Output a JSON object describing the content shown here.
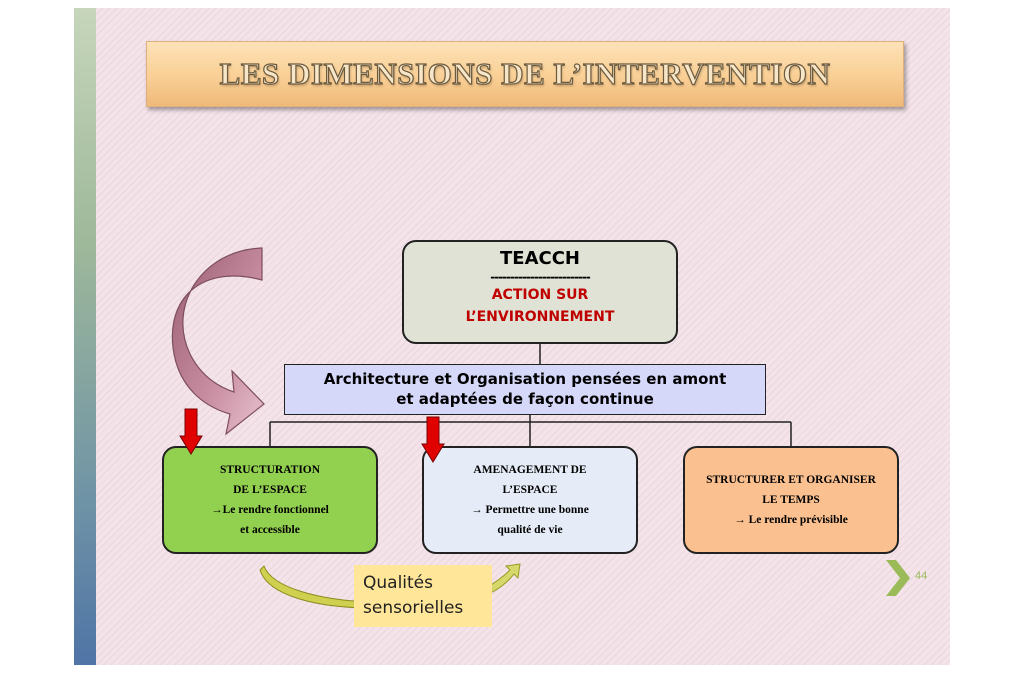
{
  "title": "LES DIMENSIONS DE L’INTERVENTION",
  "teacch_box": {
    "title": "TEACCH",
    "separator": "-------------------------",
    "subtitle_line1": "ACTION SUR",
    "subtitle_line2": "L’ENVIRONNEMENT"
  },
  "architecture_box": {
    "line1": "Architecture et Organisation pensées en amont",
    "line2": "et adaptées de façon continue"
  },
  "boxes": [
    {
      "line1": "STRUCTURATION",
      "line2": "DE L’ESPACE",
      "line3": "→Le rendre fonctionnel",
      "line4": "et accessible",
      "color": "#92d050"
    },
    {
      "line1": "AMENAGEMENT DE",
      "line2": "L’ESPACE",
      "line3": "→ Permettre une bonne",
      "line4": "qualité de vie",
      "color": "#e6ecf7"
    },
    {
      "line1": "STRUCTURER ET ORGANISER",
      "line2": "LE TEMPS",
      "line3": "→ Le rendre prévisible",
      "color": "#fac090"
    }
  ],
  "qualites": {
    "line1": "Qualités",
    "line2": "sensorielles"
  },
  "page_number": "44",
  "colors": {
    "background": "#f4e4ea",
    "title_banner": "#f9cf95",
    "teacch_box": "#dfe2d4",
    "teacch_subtitle": "#c00000",
    "architecture_box": "#d6d8fa",
    "qualites_box": "#ffe699",
    "red_arrows": "#e00000",
    "curved_arrow": "#c07d90",
    "nav_chevron": "#9bbb59"
  },
  "icons": [
    "curved-arrow-icon",
    "red-down-arrow-icon",
    "curved-green-arrow-icon",
    "next-slide-chevron-icon"
  ]
}
